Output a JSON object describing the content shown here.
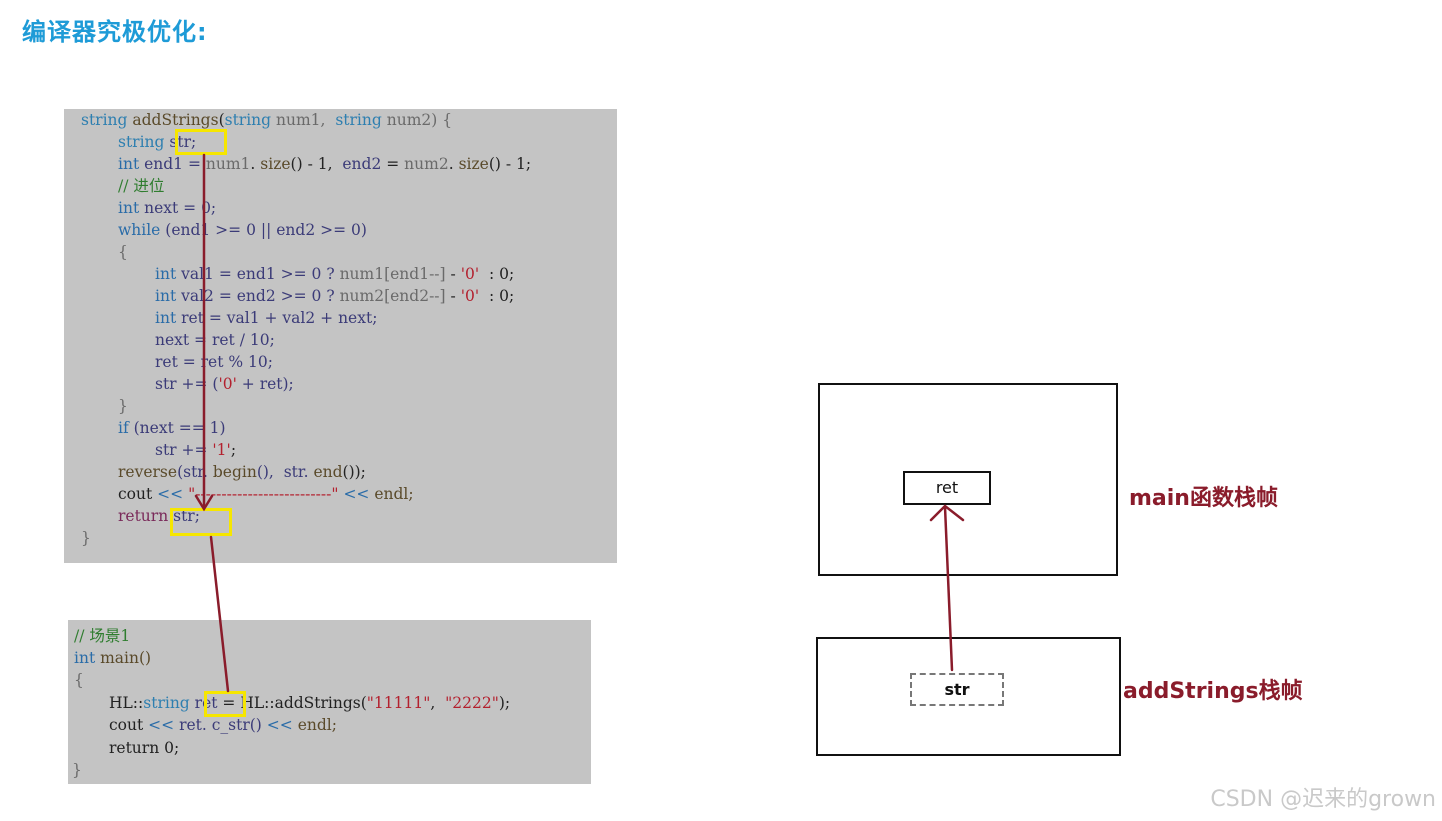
{
  "title": "编译器究极优化:",
  "code1": {
    "l1": [
      "string",
      " addStrings",
      "(",
      "string",
      " num1,  ",
      "string",
      " num2) {"
    ],
    "l2_kw": "string",
    "l2_str": "str;",
    "l3": [
      "int",
      " end1 = ",
      "num1",
      ". ",
      "size",
      "() - 1,  ",
      "end2",
      " = ",
      "num2",
      ". ",
      "size",
      "() - 1;"
    ],
    "l4": "// 进位",
    "l5": [
      "int",
      " next = 0;"
    ],
    "l6": [
      "while",
      " (end1 >= 0 || ",
      "end2",
      " >= 0)"
    ],
    "l7": "{",
    "l8": [
      "int",
      " val1 = end1 >= 0 ? ",
      "num1[end1--]",
      " - ",
      "'0'",
      "  : 0;"
    ],
    "l9": [
      "int",
      " val2 = end2 >= 0 ? ",
      "num2[end2--]",
      " - ",
      "'0'",
      "  : 0;"
    ],
    "l10": [
      "int",
      " ret = val1 + val2 + next;"
    ],
    "l11": "next = ret / 10;",
    "l12": "ret = ret % 10;",
    "l13": [
      "str += (",
      "'0'",
      " + ret);"
    ],
    "l14": "}",
    "l15": [
      "if",
      " (next == 1)"
    ],
    "l16": [
      "str += ",
      "'1'",
      ";"
    ],
    "l17": [
      "reverse",
      "(str. ",
      "begin",
      "(),  str. ",
      "end",
      "());"
    ],
    "l18": [
      "cout ",
      "<<",
      " \"--------------------------\" ",
      "<<",
      " endl;"
    ],
    "l19_kw": "return",
    "l19_str": "str;",
    "l20": "}"
  },
  "code2": {
    "l1": "// 场景1",
    "l2": [
      "int",
      " main()"
    ],
    "l3": "{",
    "l4": [
      "HL::",
      "string",
      " ",
      "ret",
      " = HL::addStrings(",
      "\"11111\"",
      ",  ",
      "\"2222\"",
      ");"
    ],
    "l5": [
      "cout ",
      "<<",
      " ret. c_str() ",
      "<<",
      " endl;"
    ],
    "l6": "return 0;",
    "l7": "}"
  },
  "diagram": {
    "main_label": "main函数栈帧",
    "add_label": "addStrings栈帧",
    "ret_box": "ret",
    "str_box": "str",
    "arrow_color": "#8a1c2b",
    "highlight_color": "#f6e600"
  },
  "watermark": "CSDN @迟来的grown"
}
